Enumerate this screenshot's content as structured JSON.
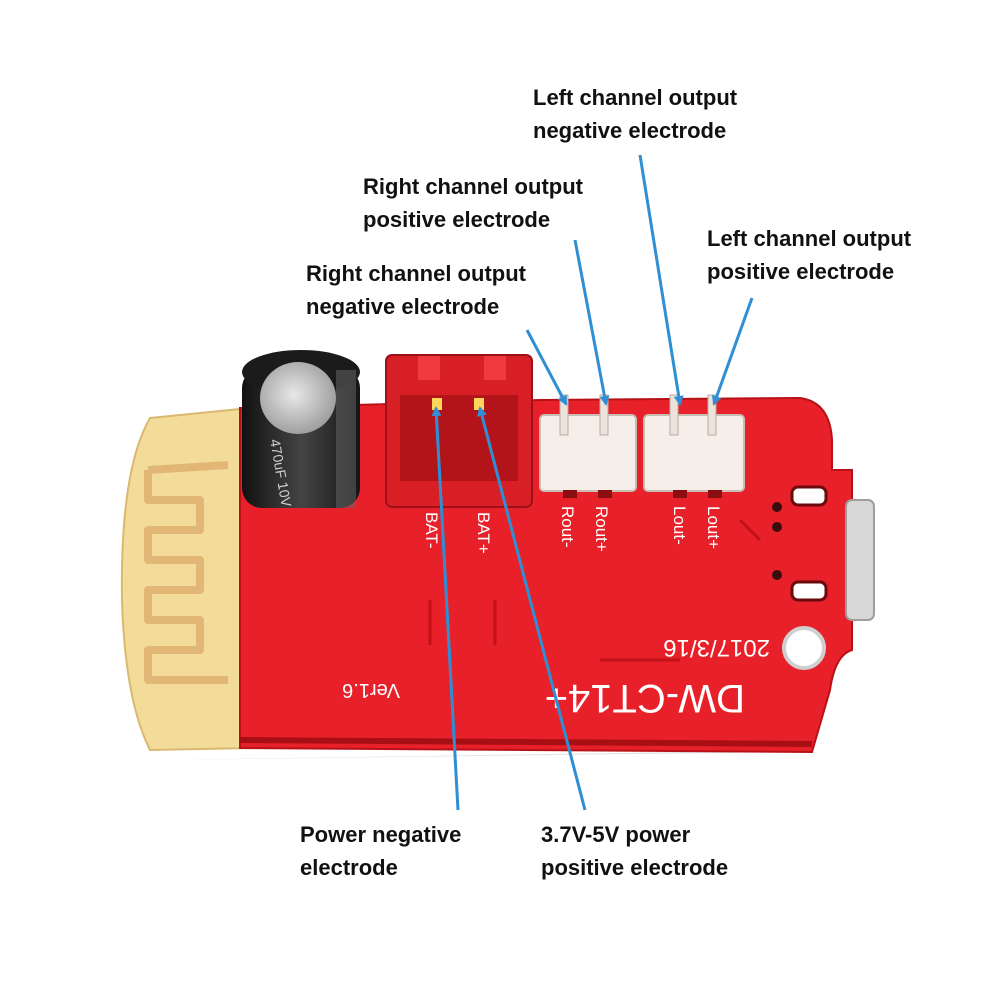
{
  "colors": {
    "pcb_red": "#e8202a",
    "antenna_yellow": "#f3dc9a",
    "connector_red": "#d81f26",
    "connector_white": "#f6efe9",
    "arrow_blue": "#2f8fd4",
    "silkscreen": "#ffffff",
    "capacitor": "#222222",
    "label_text": "#111111"
  },
  "annotations": {
    "left_neg": {
      "line1": "Left channel output",
      "line2": "negative electrode"
    },
    "right_pos": {
      "line1": "Right channel output",
      "line2": "positive electrode"
    },
    "left_pos": {
      "line1": "Left channel output",
      "line2": "positive electrode"
    },
    "right_neg": {
      "line1": "Right channel output",
      "line2": "negative electrode"
    },
    "power_neg": {
      "line1": "Power negative",
      "line2": "electrode"
    },
    "power_pos": {
      "line1": "3.7V-5V power",
      "line2": "positive electrode"
    }
  },
  "board": {
    "pin_labels": [
      "BAT-",
      "BAT+",
      "Rout-",
      "Rout+",
      "Lout-",
      "Lout+"
    ],
    "model": "DW-CT14+",
    "version": "Ver1.6",
    "date": "2017/3/16",
    "capacitor_marking": "470uF 10V"
  }
}
